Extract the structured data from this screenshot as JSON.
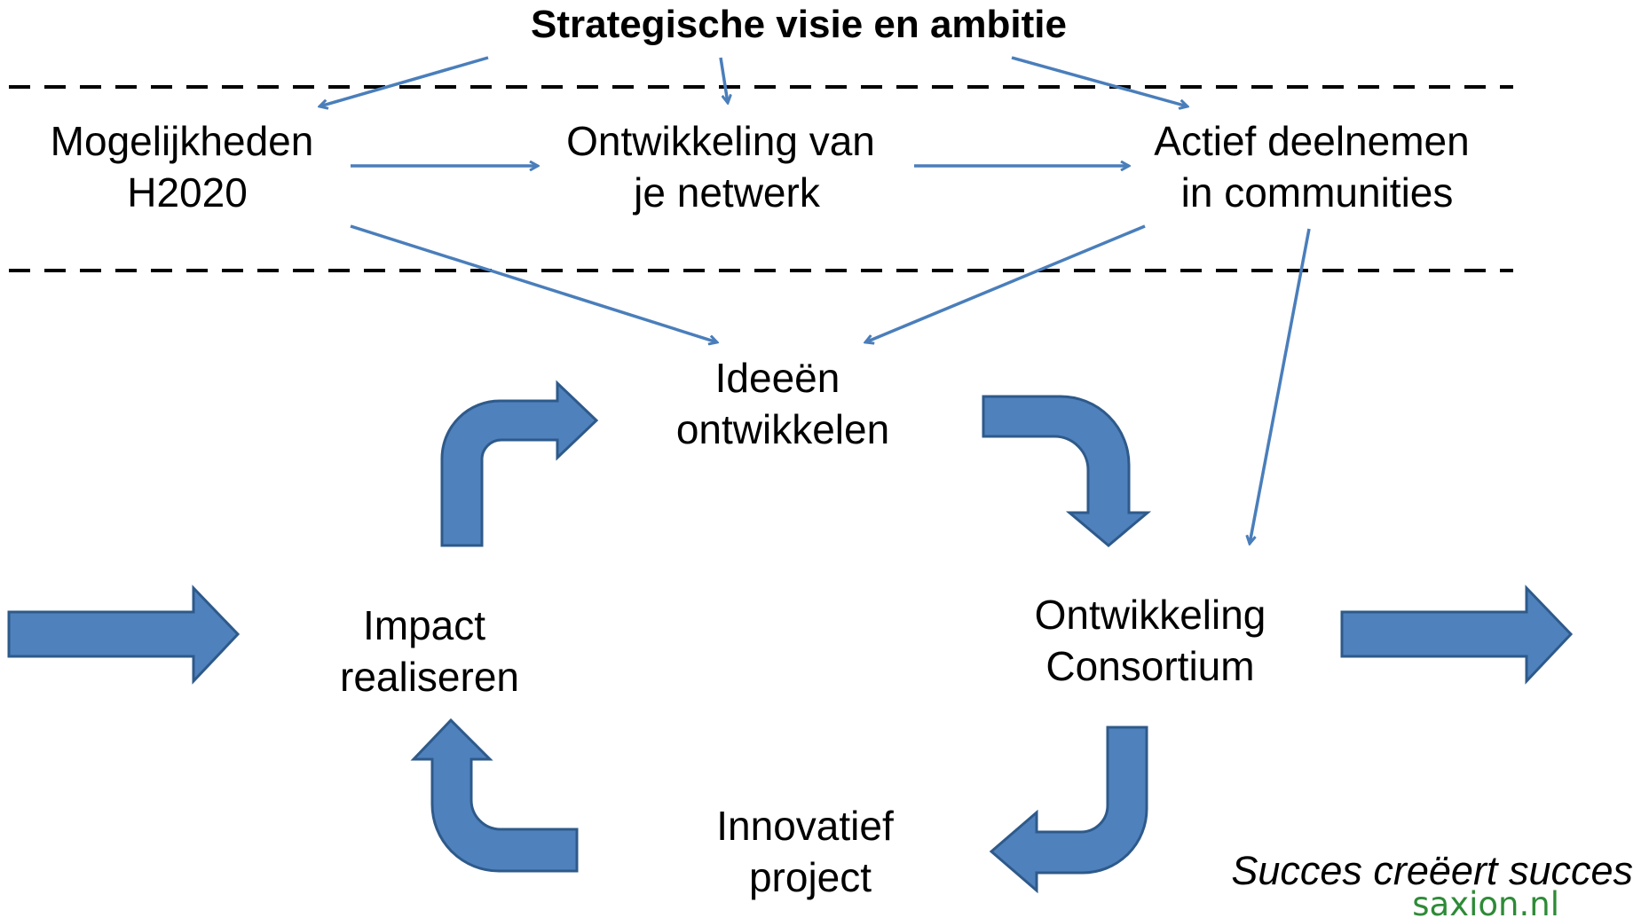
{
  "title": "Strategische visie en ambitie",
  "nodes": {
    "mogelijkheden": [
      "Mogelijkheden",
      "H2020"
    ],
    "netwerk": [
      "Ontwikkeling van",
      "je netwerk"
    ],
    "communities": [
      "Actief deelnemen",
      "in communities"
    ],
    "ideeen": [
      "Ideeën",
      "ontwikkelen"
    ],
    "impact": [
      "Impact",
      "realiseren"
    ],
    "consortium": [
      "Ontwikkeling",
      "Consortium"
    ],
    "project": [
      "Innovatief",
      "project"
    ]
  },
  "tagline": "Succes creëert succes",
  "brand": "saxion.nl",
  "colors": {
    "arrow_fill": "#4f81bd",
    "arrow_stroke": "#2e5a8a",
    "thin_arrow": "#4a7ebb",
    "dashed_line": "#000000",
    "brand": "#2e8b37"
  }
}
